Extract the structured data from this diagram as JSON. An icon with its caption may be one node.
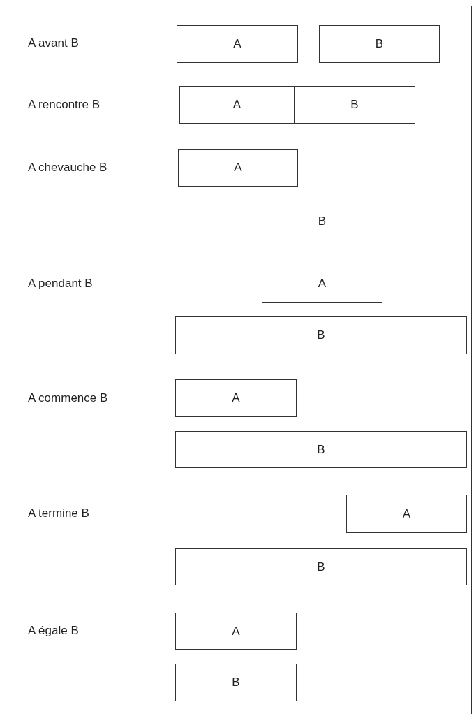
{
  "diagram": {
    "nodes": [
      {
        "text": [
          "A"
        ]
      },
      {
        "text": [
          "B"
        ]
      },
      {
        "text": [
          "A"
        ]
      },
      {
        "text": [
          "B"
        ]
      },
      {
        "text": [
          "A"
        ]
      },
      {
        "text": [
          "B"
        ]
      },
      {
        "text": [
          "A"
        ]
      },
      {
        "text": [
          "B"
        ]
      },
      {
        "text": [
          "A"
        ]
      },
      {
        "text": [
          "B"
        ]
      },
      {
        "text": [
          "A"
        ]
      },
      {
        "text": [
          "B"
        ]
      },
      {
        "text": [
          "A"
        ]
      },
      {
        "text": [
          "B"
        ]
      }
    ],
    "labels": [
      "A avant B",
      "A rencontre B",
      "A chevauche B",
      "A pendant B",
      "A commence B",
      "A termine B",
      "A égale B"
    ]
  }
}
